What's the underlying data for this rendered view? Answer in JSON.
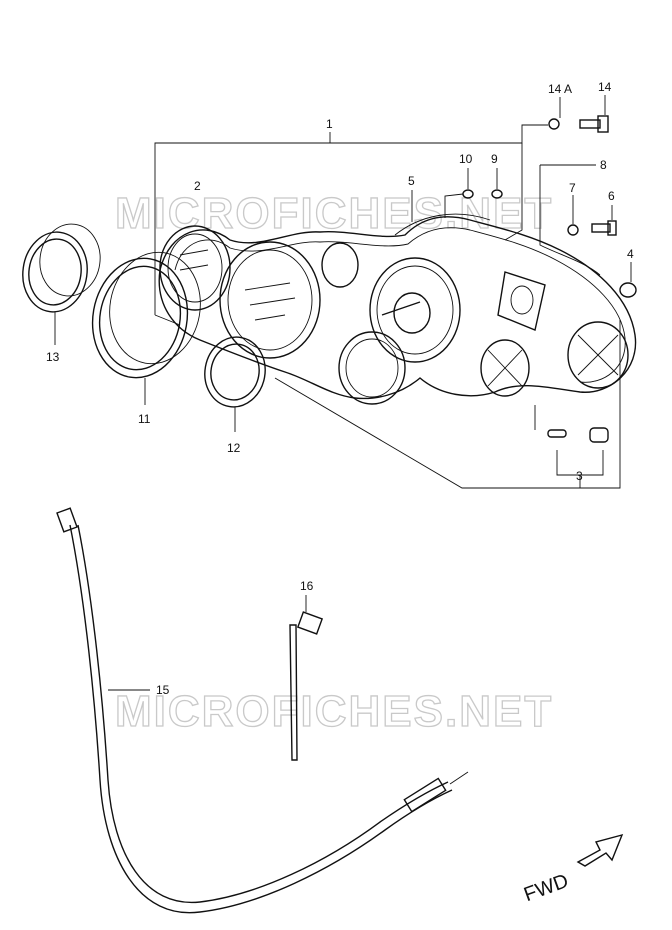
{
  "watermark": "MICROFICHES.NET",
  "direction_label": "FWD",
  "callouts": {
    "p1": "1",
    "p2": "2",
    "p3": "3",
    "p4": "4",
    "p5": "5",
    "p6": "6",
    "p7": "7",
    "p8": "8",
    "p9": "9",
    "p10": "10",
    "p11": "11",
    "p12": "12",
    "p13": "13",
    "p14": "14",
    "p14a": "14 A",
    "p15": "15",
    "p16": "16"
  }
}
